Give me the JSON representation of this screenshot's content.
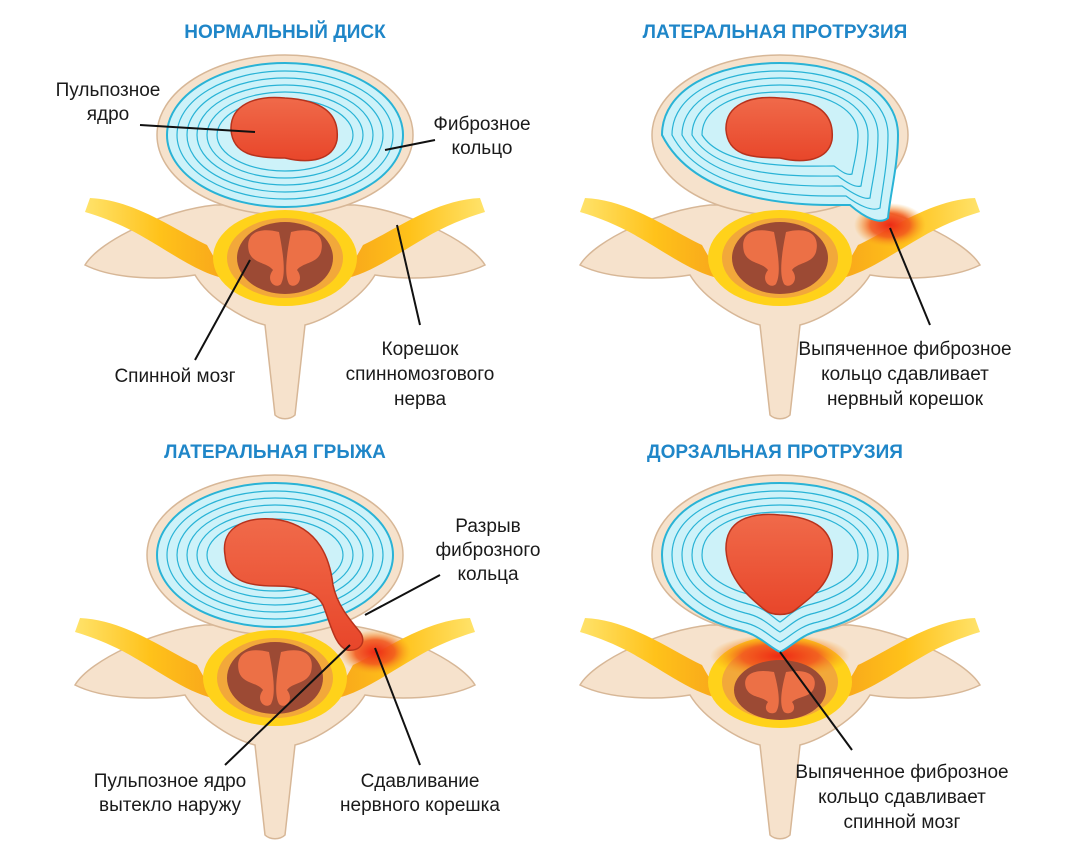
{
  "panels": [
    {
      "title": "НОРМАЛЬНЫЙ ДИСК",
      "labels": {
        "nucleus": [
          "Пульпозное",
          "ядро"
        ],
        "annulus": [
          "Фиброзное",
          "кольцо"
        ],
        "spinal_cord": [
          "Спинной мозг"
        ],
        "nerve_root": [
          "Корешок",
          "спинномозгового",
          "нерва"
        ]
      }
    },
    {
      "title": "ЛАТЕРАЛЬНАЯ ПРОТРУЗИЯ",
      "labels": {
        "caption": [
          "Выпяченное фиброзное",
          "кольцо сдавливает",
          "нервный корешок"
        ]
      }
    },
    {
      "title": "ЛАТЕРАЛЬНАЯ ГРЫЖА",
      "labels": {
        "rupture": [
          "Разрыв",
          "фиброзного",
          "кольца"
        ],
        "nucleus_out": [
          "Пульпозное ядро",
          "вытекло наружу"
        ],
        "compression": [
          "Сдавливание",
          "нервного корешка"
        ]
      }
    },
    {
      "title": "ДОРЗАЛЬНАЯ ПРОТРУЗИЯ",
      "labels": {
        "caption": [
          "Выпяченное фиброзное",
          "кольцо сдавливает",
          "спинной мозг"
        ]
      }
    }
  ],
  "colors": {
    "title": "#1f86c8",
    "bone": "#f6e2cc",
    "bone_outline": "#d7b797",
    "annulus_fill": "#cdf2f9",
    "annulus_rings": "#29b3d6",
    "nucleus": "#ee5a3c",
    "nerve_yellow": "#ffd21a",
    "nerve_orange": "#f7a21b",
    "compression_red": "#ee3a22",
    "cord_outer": "#9c4a34",
    "cord_inner": "#ec7046"
  }
}
